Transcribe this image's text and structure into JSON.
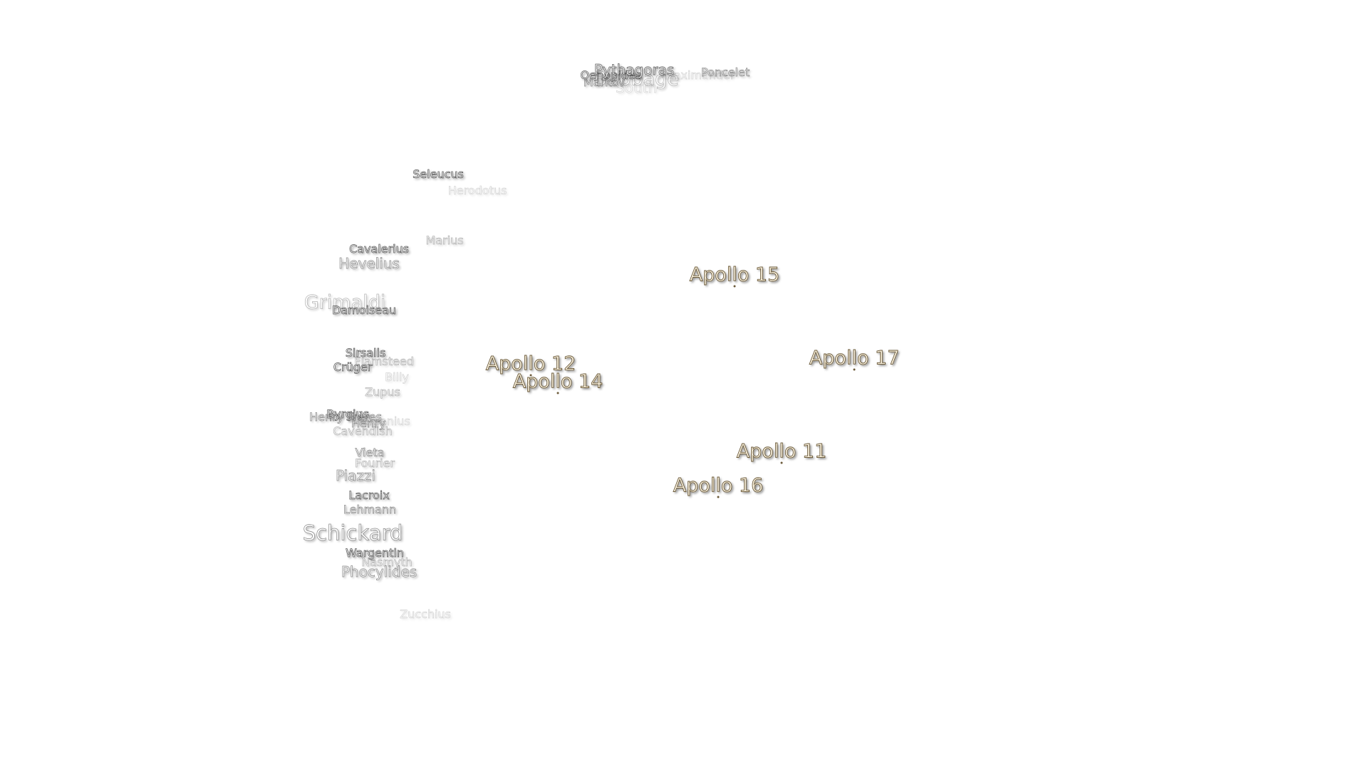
{
  "craters": [
    {
      "id": "pythagoras",
      "name": "Pythagoras"
    },
    {
      "id": "oenopides",
      "name": "Oenopides"
    },
    {
      "id": "babbage",
      "name": "Babbage"
    },
    {
      "id": "markov",
      "name": "Markov"
    },
    {
      "id": "south",
      "name": "South"
    },
    {
      "id": "anaximander",
      "name": "Anaximander"
    },
    {
      "id": "poncelet",
      "name": "Poncelet"
    },
    {
      "id": "seleucus",
      "name": "Seleucus"
    },
    {
      "id": "herodotus",
      "name": "Herodotus"
    },
    {
      "id": "marius",
      "name": "Marius"
    },
    {
      "id": "cavalerius",
      "name": "Cavalerius"
    },
    {
      "id": "hevelius",
      "name": "Hevelius"
    },
    {
      "id": "grimaldi",
      "name": "Grimaldi"
    },
    {
      "id": "damoiseau",
      "name": "Damoiseau"
    },
    {
      "id": "sirsalis",
      "name": "Sirsalis"
    },
    {
      "id": "flamsteed",
      "name": "Flamsteed"
    },
    {
      "id": "cruger",
      "name": "Crüger"
    },
    {
      "id": "billy",
      "name": "Billy"
    },
    {
      "id": "zupus",
      "name": "Zupus"
    },
    {
      "id": "byrgius",
      "name": "Byrgius"
    },
    {
      "id": "henry-freres",
      "name": "Henry Frères"
    },
    {
      "id": "henry",
      "name": "Henry"
    },
    {
      "id": "mersenius",
      "name": "Mersenius"
    },
    {
      "id": "cavendish",
      "name": "Cavendish"
    },
    {
      "id": "vieta",
      "name": "Vieta"
    },
    {
      "id": "fourier",
      "name": "Fourier"
    },
    {
      "id": "piazzi",
      "name": "Piazzi"
    },
    {
      "id": "lacroix",
      "name": "Lacroix"
    },
    {
      "id": "lehmann",
      "name": "Lehmann"
    },
    {
      "id": "schickard",
      "name": "Schickard"
    },
    {
      "id": "wargentin",
      "name": "Wargentin"
    },
    {
      "id": "nasmyth",
      "name": "Nasmyth"
    },
    {
      "id": "phocylides",
      "name": "Phocylides"
    },
    {
      "id": "zucchius",
      "name": "Zucchius"
    }
  ],
  "landing_sites": [
    {
      "id": "apollo-15",
      "name": "Apollo 15"
    },
    {
      "id": "apollo-12",
      "name": "Apollo 12"
    },
    {
      "id": "apollo-14",
      "name": "Apollo 14"
    },
    {
      "id": "apollo-17",
      "name": "Apollo 17"
    },
    {
      "id": "apollo-11",
      "name": "Apollo 11"
    },
    {
      "id": "apollo-16",
      "name": "Apollo 16"
    }
  ],
  "colors": {
    "crater_fill": "#ffffff",
    "crater_outline": "#555555",
    "apollo_fill": "#fbf3e0",
    "apollo_outline": "#6b5a3a"
  }
}
